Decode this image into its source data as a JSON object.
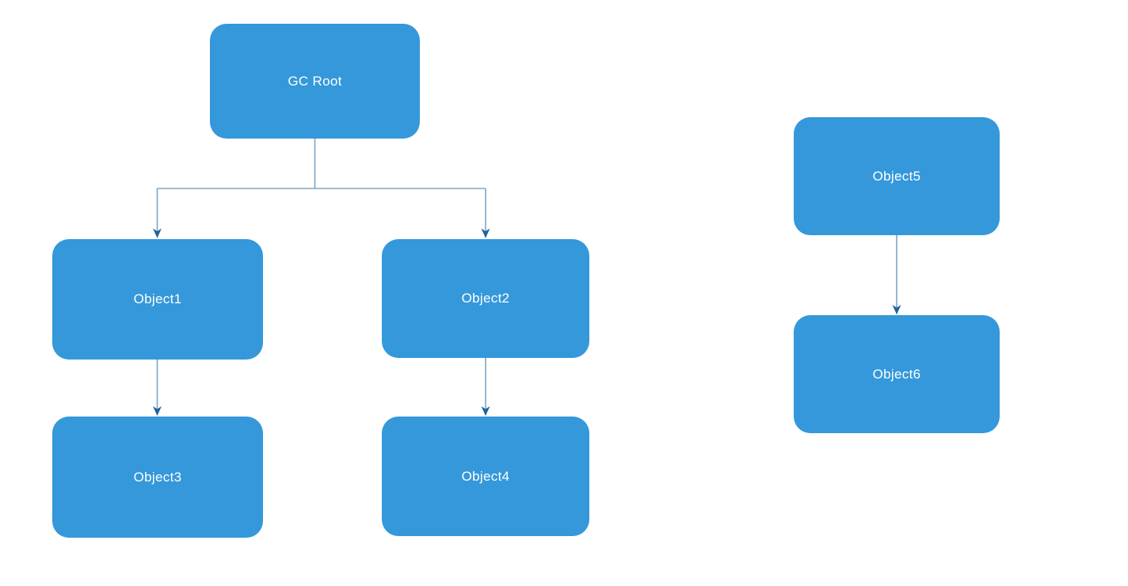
{
  "diagram": {
    "type": "flowchart",
    "colors": {
      "canvas_bg": "#ffffff",
      "node_fill": "#3498db",
      "node_text": "#ffffff",
      "connector": "#7ea6c8",
      "arrowhead": "#1f639e"
    },
    "nodes": [
      {
        "id": "gc-root",
        "label": "GC Root"
      },
      {
        "id": "object1",
        "label": "Object1"
      },
      {
        "id": "object2",
        "label": "Object2"
      },
      {
        "id": "object3",
        "label": "Object3"
      },
      {
        "id": "object4",
        "label": "Object4"
      },
      {
        "id": "object5",
        "label": "Object5"
      },
      {
        "id": "object6",
        "label": "Object6"
      }
    ],
    "edges": [
      {
        "from": "gc-root",
        "to": "object1",
        "arrow": "true"
      },
      {
        "from": "gc-root",
        "to": "object2",
        "arrow": "true"
      },
      {
        "from": "object1",
        "to": "object3",
        "arrow": "true"
      },
      {
        "from": "object2",
        "to": "object4",
        "arrow": "true"
      },
      {
        "from": "object5",
        "to": "object6",
        "arrow": "true"
      }
    ]
  }
}
